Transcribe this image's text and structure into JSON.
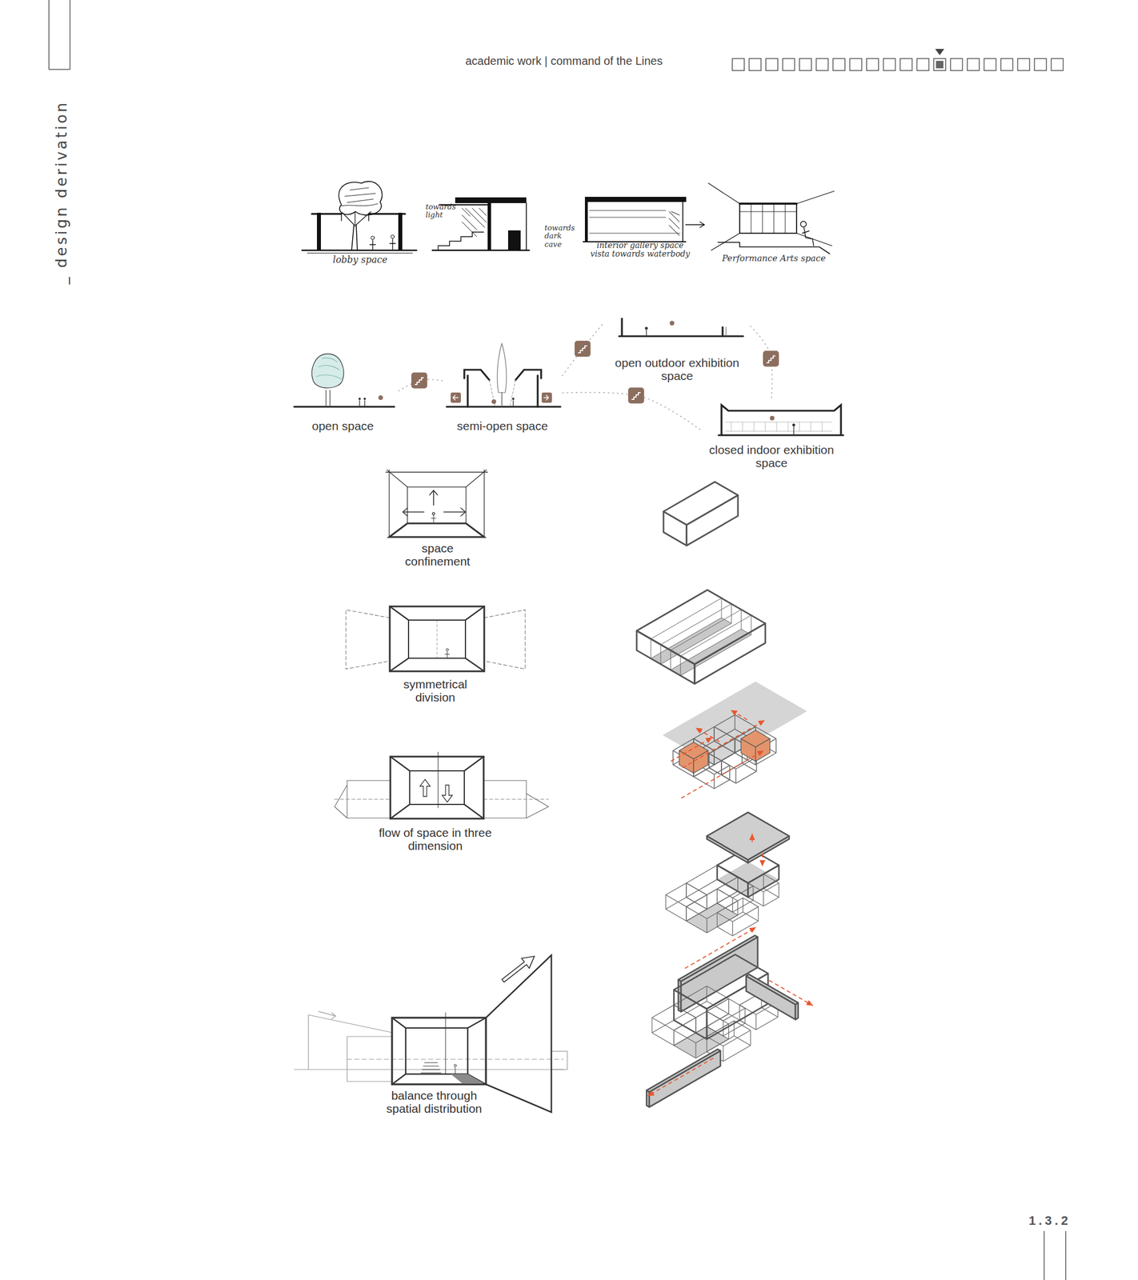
{
  "diagram": {
    "title": "academic work | command of the Lines",
    "nodes": [
      {
        "text": [
          "open space"
        ]
      },
      {
        "text": [
          "semi-open space"
        ]
      },
      {
        "text": [
          "open outdoor exhibition space"
        ]
      },
      {
        "text": [
          "closed indoor exhibition space"
        ]
      }
    ],
    "edges": [
      {
        "from": 0,
        "to": 1,
        "arrow": "none"
      },
      {
        "from": 1,
        "to": 2,
        "arrow": "none"
      },
      {
        "from": 1,
        "to": 3,
        "arrow": "none"
      },
      {
        "from": 2,
        "to": 3,
        "arrow": "none"
      }
    ],
    "labels": [
      "_ design derivation",
      "lobby space",
      "towards light",
      "towards dark cave",
      "interior gallery space vista towards waterbody",
      "Performance Arts space",
      "space confinement",
      "symmetrical division",
      "flow of space in three dimension",
      "balance through spatial distribution",
      "1.3.2"
    ]
  }
}
